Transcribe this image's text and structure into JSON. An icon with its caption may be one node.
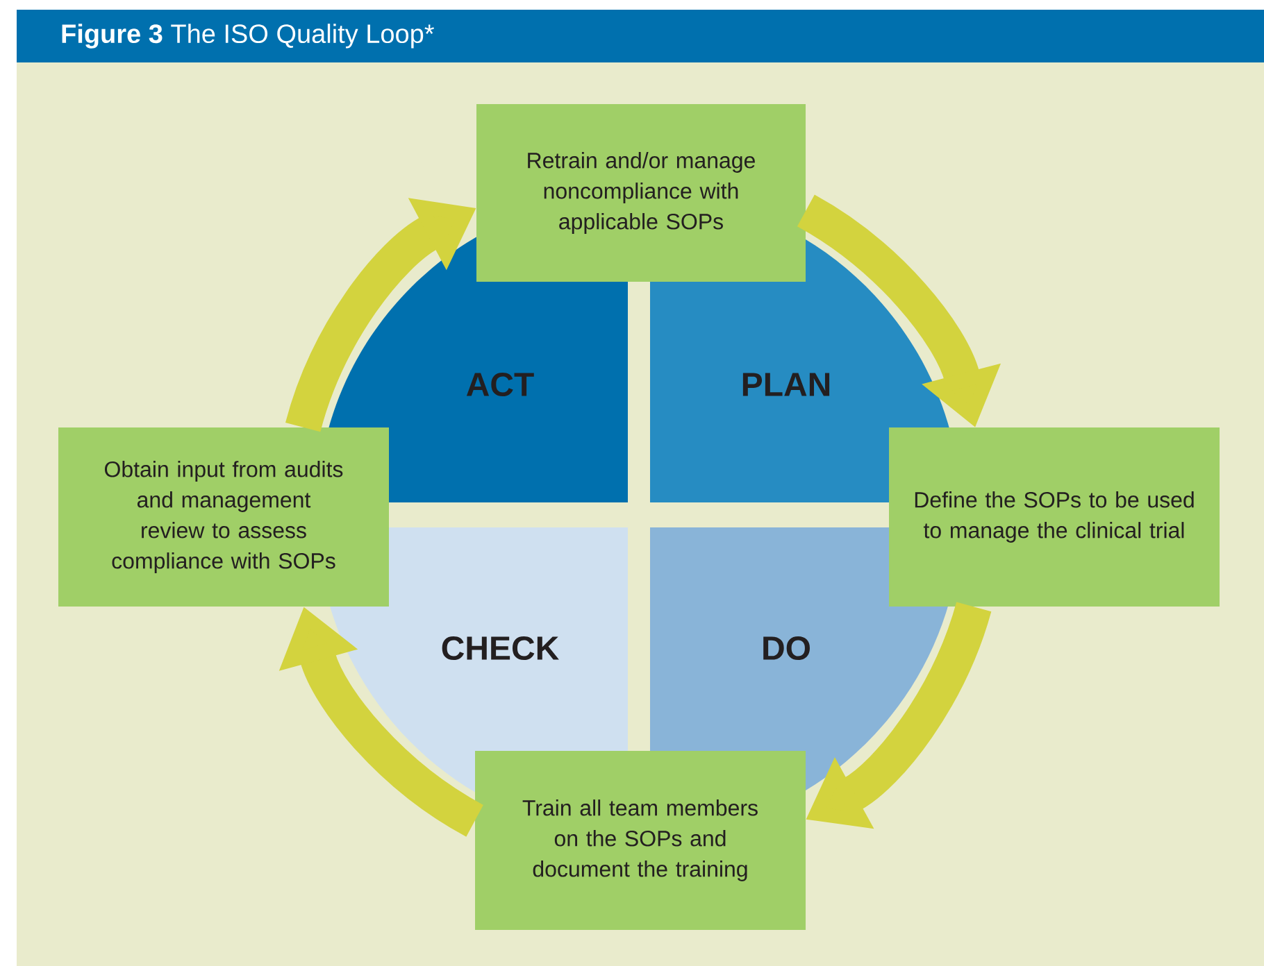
{
  "diagram": {
    "title": "**Figure 3** The ISO Quality Loop*",
    "nodes": [
      {
        "text": [
          "Retrain and/or manage noncompliance with applicable SOPs"
        ]
      },
      {
        "text": [
          "ACT"
        ]
      },
      {
        "text": [
          "PLAN"
        ]
      },
      {
        "text": [
          "Obtain input from audits and management review to assess compliance with SOPs"
        ]
      },
      {
        "text": [
          "Define the SOPs to be used to manage the clinical trial"
        ]
      },
      {
        "text": [
          "CHECK"
        ]
      },
      {
        "text": [
          "DO"
        ]
      },
      {
        "text": [
          "Train all team members on the SOPs and document the training"
        ]
      }
    ],
    "edges": [
      {
        "from": 0,
        "to": 4,
        "arrow": "to"
      },
      {
        "from": 4,
        "to": 7,
        "arrow": "to"
      },
      {
        "from": 7,
        "to": 3,
        "arrow": "to"
      },
      {
        "from": 3,
        "to": 0,
        "arrow": "to"
      }
    ]
  }
}
